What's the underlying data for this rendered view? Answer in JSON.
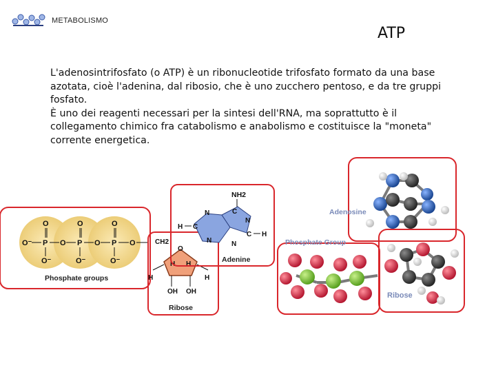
{
  "header": {
    "section_label": "METABOLISMO",
    "title": "ATP",
    "logo_icon": "molecule-logo-icon"
  },
  "body": {
    "paragraph_1": "L'adenosintrifosfato (o ATP) è un ribonucleotide trifosfato formato da una base azotata, cioè l'adenina, dal ribosio, che è uno zucchero pentoso, e da tre gruppi fosfato.",
    "paragraph_2": "È uno dei reagenti necessari per la sintesi dell'RNA, ma soprattutto è il collegamento chimico fra catabolismo e anabolismo e costituisce la \"moneta\" corrente energetica."
  },
  "figure": {
    "phosphate_groups_label": "Phosphate groups",
    "ribose_label": "Ribose",
    "adenine_label": "Adenine",
    "nh2_label": "NH2",
    "adenosine_label": "Adenosine",
    "phosphate_group_label": "Phosphate Group",
    "ribose_model_label": "Ribose",
    "atom_c": "C",
    "atom_n": "N",
    "atom_h": "H",
    "atom_o": "O",
    "atom_p": "P",
    "oh_label": "OH",
    "ch2_label": "CH2",
    "o_minus": "O⁻",
    "colors": {
      "highlight_border": "#d9262b",
      "phosphate_fill": "#f6dc93",
      "adenine_fill": "#8aa5e0",
      "ribose_fill": "#f0a07a",
      "oxygen_ball": "#d8203a",
      "carbon_ball": "#3c3c3c",
      "nitrogen_ball": "#2a63b8",
      "phosphorus_ball": "#7fc33a",
      "hydrogen_ball": "#e8e8e8"
    }
  }
}
